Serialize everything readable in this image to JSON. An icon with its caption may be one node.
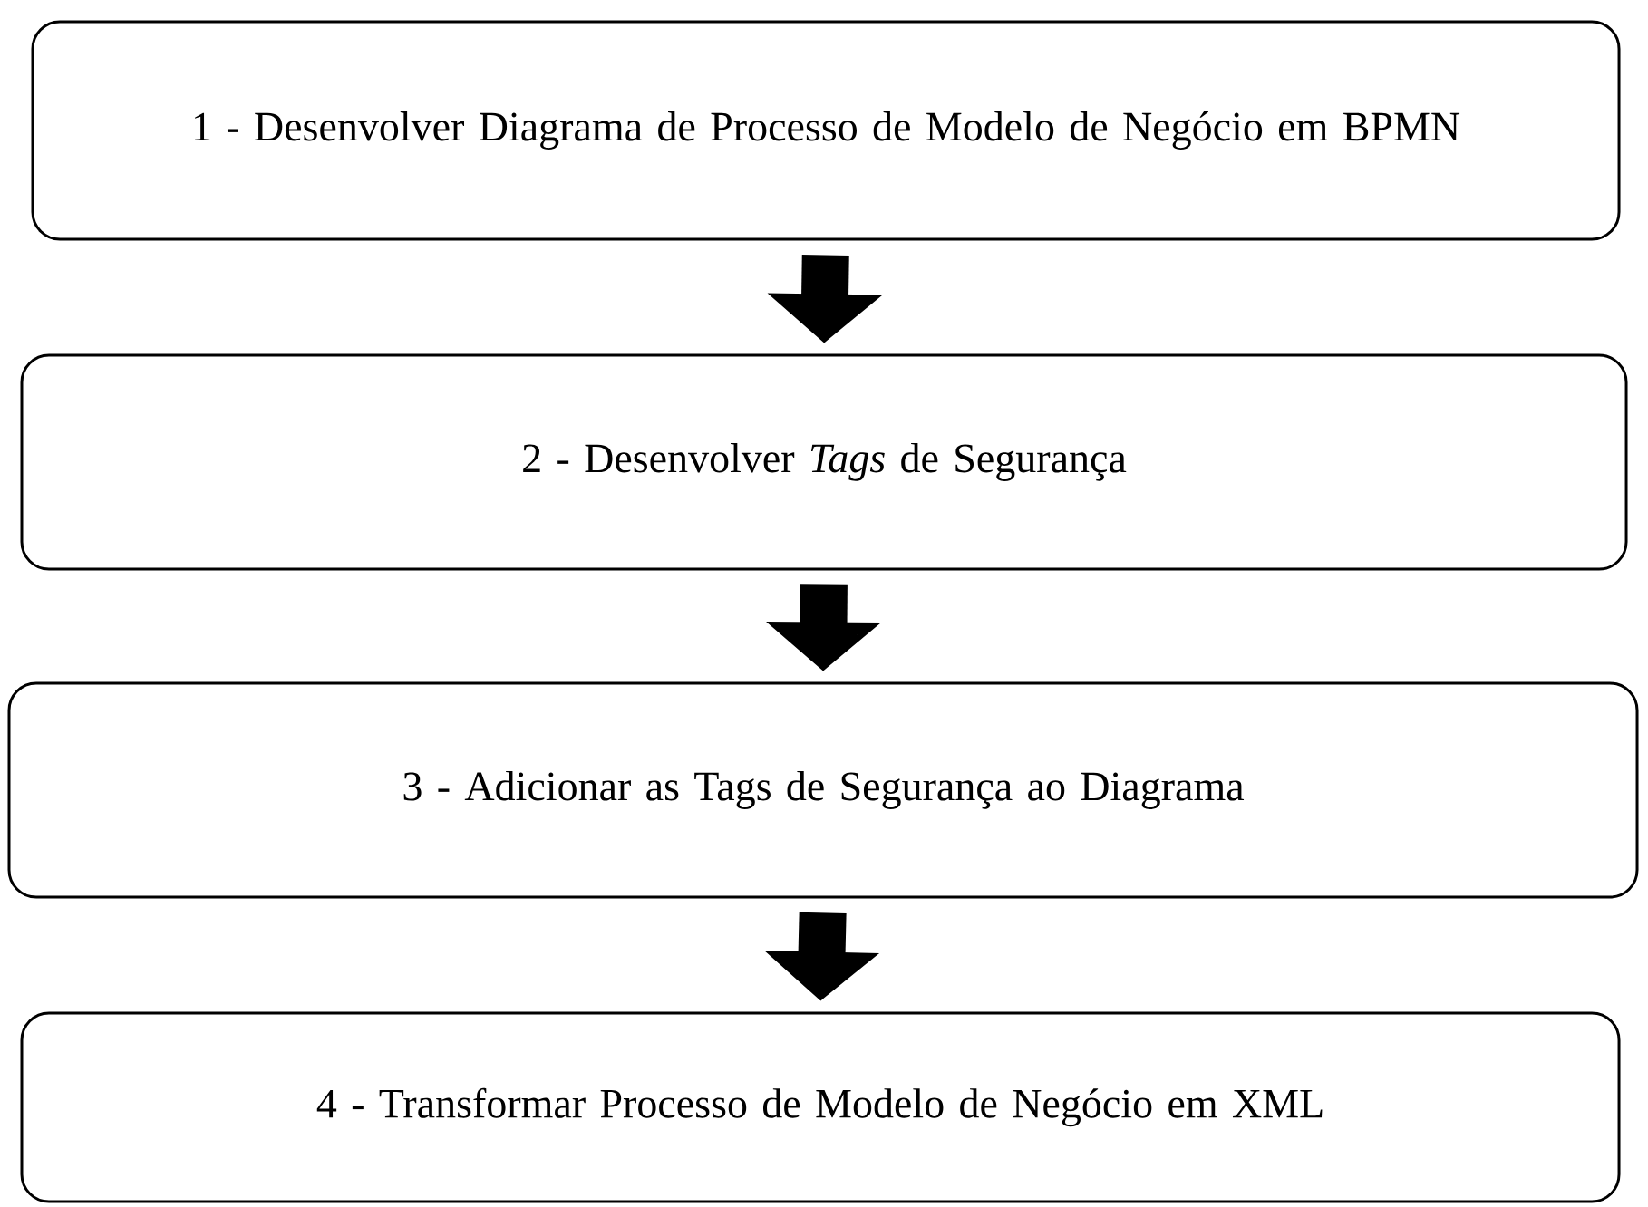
{
  "diagram": {
    "nodes": [
      {
        "text": [
          "1 - Desenvolver Diagrama de Processo de Modelo de Negócio em BPMN"
        ]
      },
      {
        "text": [
          "2 - Desenvolver *Tags* de Segurança"
        ]
      },
      {
        "text": [
          "3 - Adicionar as Tags de Segurança ao Diagrama"
        ]
      },
      {
        "text": [
          "4 - Transformar Processo de Modelo de Negócio em XML"
        ]
      }
    ],
    "edges": [
      {
        "from": 0,
        "to": 1,
        "arrow": "to"
      },
      {
        "from": 1,
        "to": 2,
        "arrow": "to"
      },
      {
        "from": 2,
        "to": 3,
        "arrow": "to"
      }
    ]
  }
}
